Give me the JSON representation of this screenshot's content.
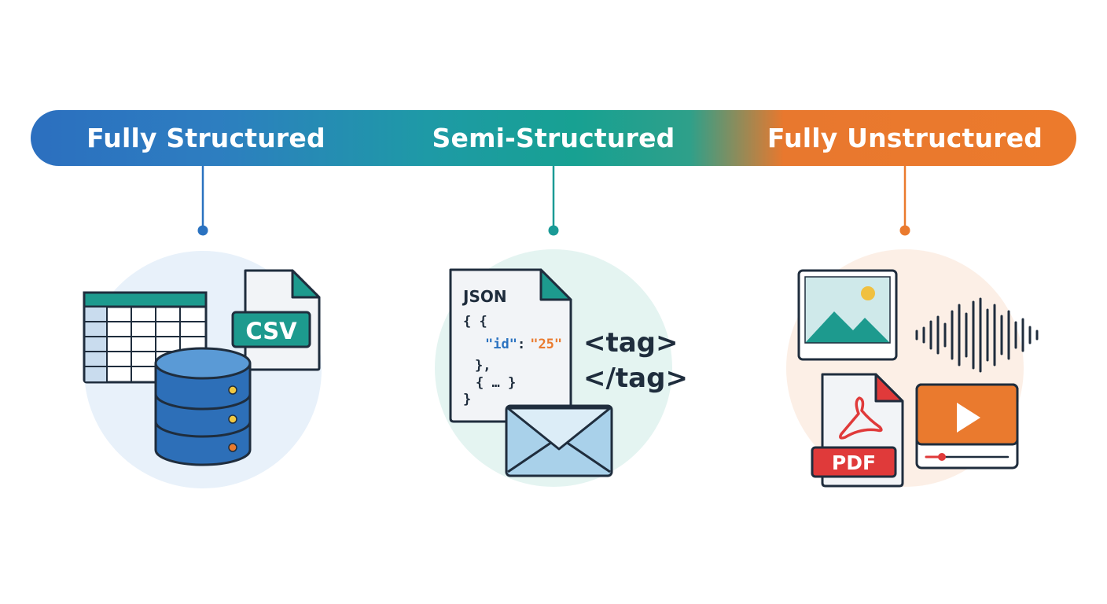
{
  "categories": [
    {
      "label": "Fully Structured",
      "color": "#2a72c0",
      "icons": [
        "table-icon",
        "csv-file-icon",
        "database-icon"
      ],
      "csv_text": "CSV"
    },
    {
      "label": "Semi-Structured",
      "color": "#1a9a96",
      "icons": [
        "json-file-icon",
        "xml-tag-icon",
        "email-envelope-icon"
      ],
      "json": {
        "title": "JSON",
        "line1": "{ {",
        "key": "\"id\"",
        "colon": ":",
        "value": "\"25\"",
        "line3": "},",
        "line4": "{  …  }",
        "line5": "}"
      },
      "tag_open": "<tag>",
      "tag_close": "</tag>"
    },
    {
      "label": "Fully Unstructured",
      "color": "#ea7a2e",
      "icons": [
        "image-icon",
        "audio-waveform-icon",
        "pdf-file-icon",
        "video-player-icon"
      ],
      "pdf_text": "PDF"
    }
  ]
}
